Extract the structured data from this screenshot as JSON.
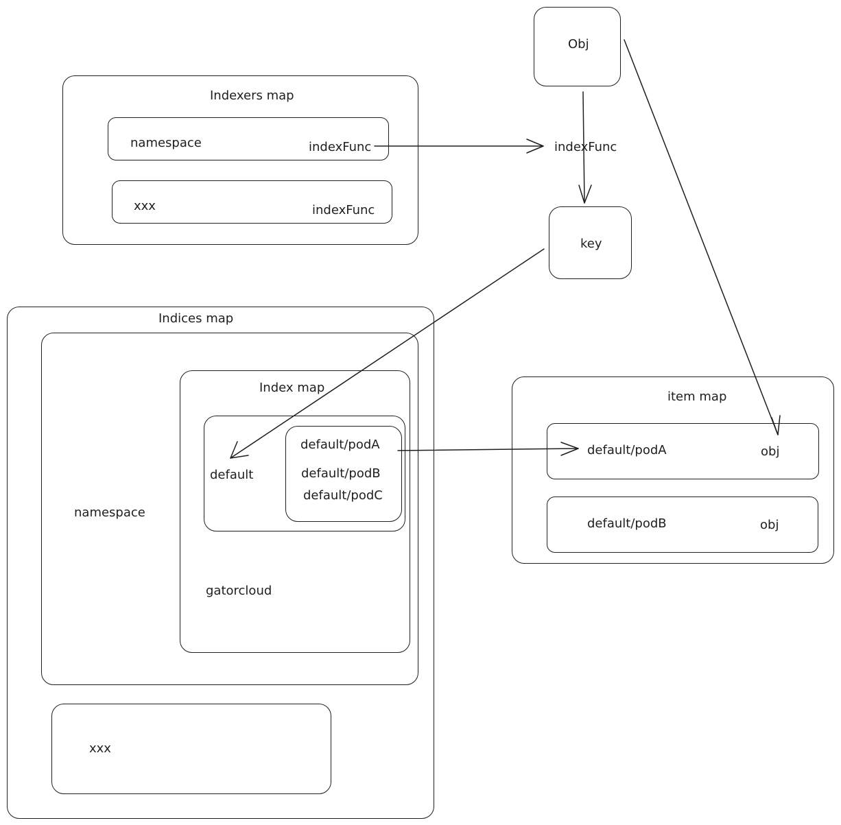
{
  "obj_node": {
    "label": "Obj"
  },
  "key_node": {
    "label": "key"
  },
  "index_func_label": "indexFunc",
  "indexers_map": {
    "title": "Indexers map",
    "rows": [
      {
        "key": "namespace",
        "value": "indexFunc"
      },
      {
        "key": "xxx",
        "value": "indexFunc"
      }
    ]
  },
  "indices_map": {
    "title": "Indices map",
    "namespace_label": "namespace",
    "xxx_label": "xxx",
    "index_map": {
      "title": "Index map",
      "default_label": "default",
      "default_items": [
        "default/podA",
        "default/podB",
        "default/podC"
      ],
      "gatorcloud_label": "gatorcloud"
    }
  },
  "item_map": {
    "title": "item map",
    "rows": [
      {
        "key": "default/podA",
        "value": "obj"
      },
      {
        "key": "default/podB",
        "value": "obj"
      }
    ]
  }
}
